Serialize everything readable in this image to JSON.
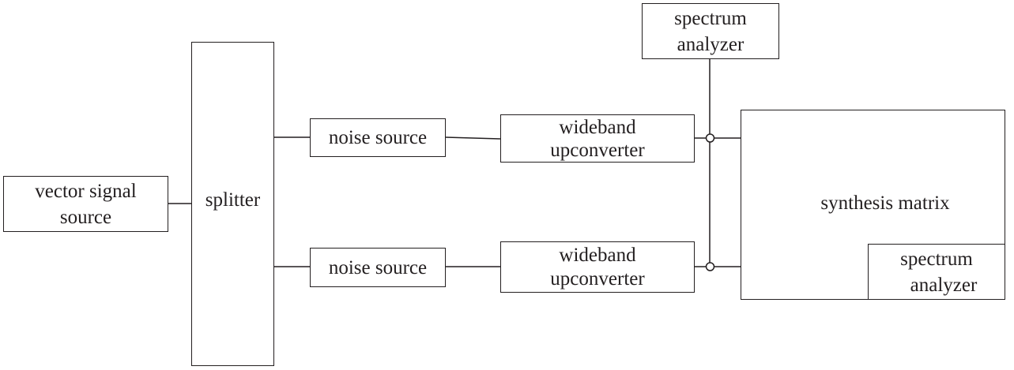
{
  "diagram": {
    "vector_signal_source": {
      "line1": "vector signal",
      "line2": "source"
    },
    "splitter": {
      "label": "splitter"
    },
    "noise_source_top": {
      "label": "noise source"
    },
    "noise_source_bottom": {
      "label": "noise source"
    },
    "upconverter_top": {
      "line1": "wideband",
      "line2": "upconverter"
    },
    "upconverter_bottom": {
      "line1": "wideband",
      "line2": "upconverter"
    },
    "spectrum_analyzer_top": {
      "line1": "spectrum",
      "line2": "analyzer"
    },
    "synthesis_matrix": {
      "label": "synthesis matrix"
    },
    "spectrum_analyzer_inner": {
      "line1": "spectrum",
      "line2": "analyzer"
    }
  },
  "colors": {
    "line": "#231f20",
    "background": "#ffffff"
  }
}
